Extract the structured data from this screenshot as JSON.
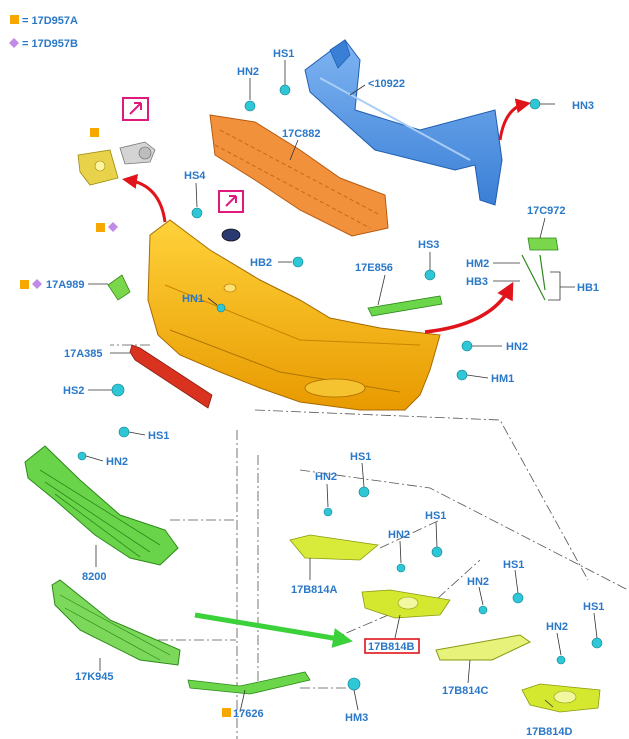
{
  "legend": [
    {
      "symbol": "square",
      "color": "#f6a800",
      "text": "= 17D957A"
    },
    {
      "symbol": "diamond",
      "color": "#c08ae6",
      "text": "= 17D957B"
    }
  ],
  "labels": {
    "hs1_top": "HS1",
    "hn2_top": "HN2",
    "reinforcement": "<10922",
    "hn3_top": "HN3",
    "absorber": "17C882",
    "hs4": "HS4",
    "c972": "17C972",
    "hs3": "HS3",
    "hm2": "HM2",
    "hb3": "HB3",
    "hb1": "HB1",
    "hb2": "HB2",
    "e856": "17E856",
    "a989": "17A989",
    "hn1": "HN1",
    "a385": "17A385",
    "hn2_right": "HN2",
    "hm1": "HM1",
    "hs2": "HS2",
    "hs1_grille": "HS1",
    "hn2_grille": "HN2",
    "grille": "8200",
    "hn2_a": "HN2",
    "hs1_a": "HS1",
    "b814a": "17B814A",
    "hn2_b": "HN2",
    "hs1_b": "HS1",
    "b814b": "17B814B",
    "hn2_c": "HN2",
    "hs1_c": "HS1",
    "b814c": "17B814C",
    "hs1_d": "HS1",
    "hn2_d": "HN2",
    "b814d": "17B814D",
    "k945": "17K945",
    "spoiler": "17626",
    "hm3": "HM3"
  },
  "colors": {
    "label": "#2a78c8",
    "bumper": "#f6b400",
    "reinforcement": "#4a8fe0",
    "absorber": "#f08a3a",
    "green": "#5ccf3c",
    "yellow_green": "#d6e83a",
    "red_part": "#d9331f",
    "highlight_box": "#e0197d",
    "red_arrow": "#e0141a",
    "green_arrow": "#3ad13a"
  }
}
